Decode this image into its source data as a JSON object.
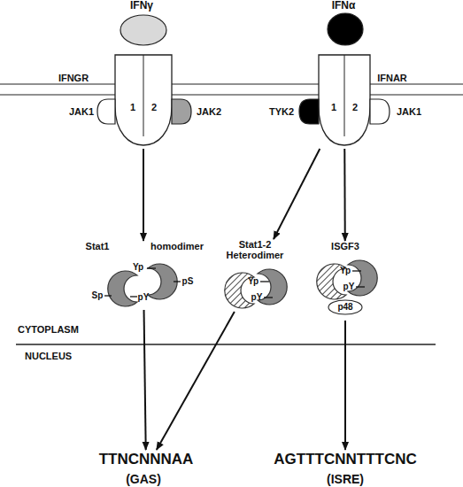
{
  "diagram": {
    "nodes": [
      {
        "text": [
          "IFNγ"
        ]
      },
      {
        "text": [
          "IFNGR",
          "1",
          "2"
        ]
      },
      {
        "text": [
          "JAK1"
        ]
      },
      {
        "text": [
          "JAK2"
        ]
      },
      {
        "text": [
          "IFNα"
        ]
      },
      {
        "text": [
          "IFNAR",
          "1",
          "2"
        ]
      },
      {
        "text": [
          "TYK2"
        ]
      },
      {
        "text": [
          "JAK1"
        ]
      },
      {
        "text": [
          "Stat1",
          "homodimer",
          "Yp",
          "pS",
          "Sp",
          "pY"
        ]
      },
      {
        "text": [
          "Stat1-2 Heterodimer",
          "Yp",
          "pY"
        ]
      },
      {
        "text": [
          "ISGF3",
          "Yp",
          "pY"
        ]
      },
      {
        "text": [
          "p48"
        ],
        "in": 10
      },
      {
        "text": [
          "TTNCNNNAA",
          "(GAS)"
        ]
      },
      {
        "text": [
          "AGTTTCNNTTTCNC",
          "(ISRE)"
        ]
      }
    ],
    "edges": [
      {
        "from": 1,
        "to": 8,
        "arrow": "to"
      },
      {
        "from": 5,
        "to": 9,
        "arrow": "to"
      },
      {
        "from": 5,
        "to": 10,
        "arrow": "to"
      },
      {
        "from": 8,
        "to": 12,
        "arrow": "to"
      },
      {
        "from": 9,
        "to": 12,
        "arrow": "to"
      },
      {
        "from": 10,
        "to": 13,
        "arrow": "to"
      }
    ],
    "labels": [
      "CYTOPLASM",
      "NUCLEUS"
    ]
  }
}
